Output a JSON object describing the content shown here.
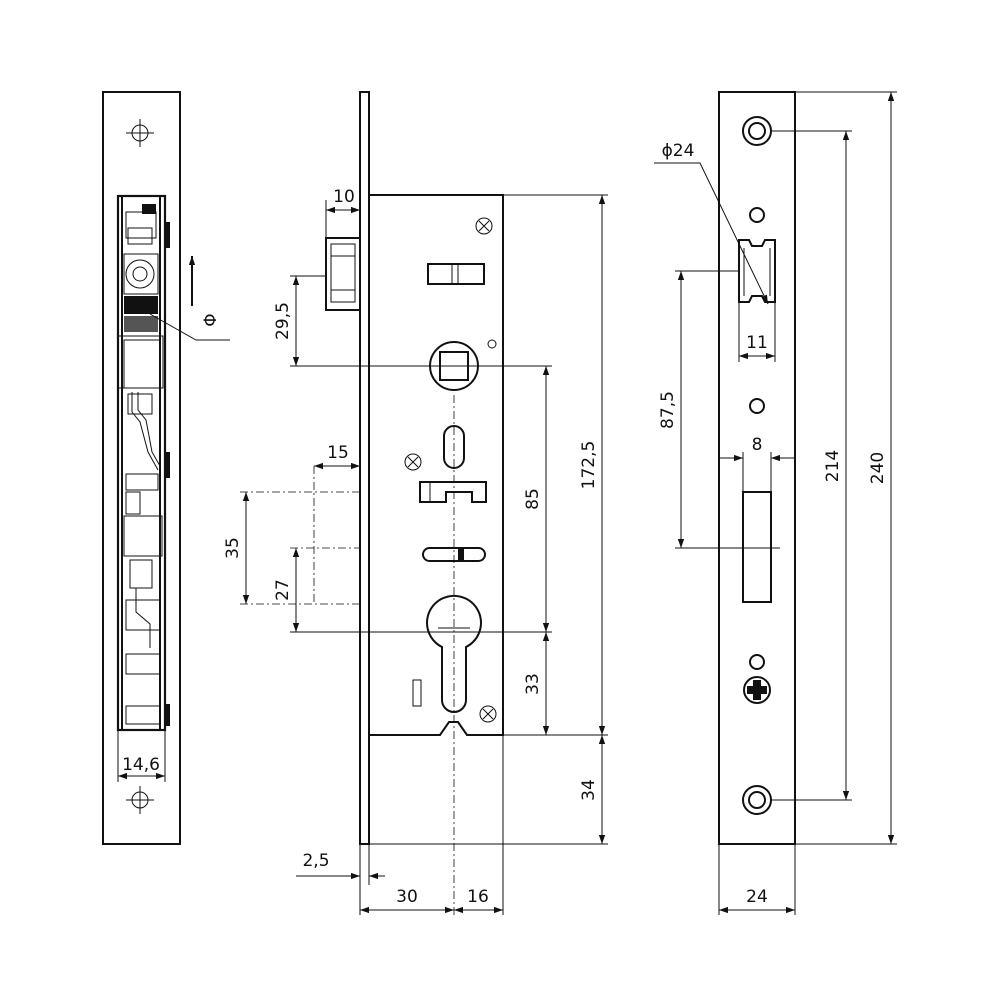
{
  "drawing": {
    "side_view": {
      "width_dim": "14,6",
      "direction_label": "Φ"
    },
    "front_view": {
      "latch_width": "10",
      "latch_offset": "29,5",
      "case_height": "172,5",
      "backset_to_cylinder": "85",
      "cylinder_to_case_bottom": "33",
      "case_bottom_to_plate_end": "34",
      "slot_offset": "15",
      "slot_distance_upper": "35",
      "slot_distance_lower": "27",
      "plate_thickness": "2,5",
      "backset": "30",
      "cylinder_to_case_edge": "16"
    },
    "faceplate_view": {
      "hole_diameter": "ϕ24",
      "latch_opening_width": "11",
      "latch_to_bolt": "87,5",
      "bolt_width": "8",
      "hole_spacing": "214",
      "plate_length": "240",
      "plate_width": "24"
    }
  }
}
